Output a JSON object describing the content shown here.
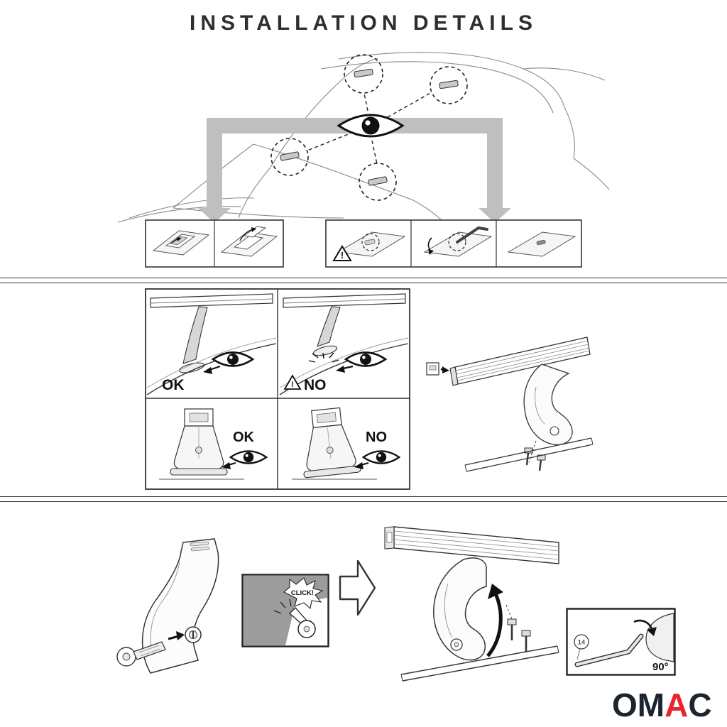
{
  "title": "INSTALLATION DETAILS",
  "labels": {
    "ok": "OK",
    "no": "NO",
    "warning_mark": "!",
    "click": "CLICK!",
    "angle": "90°",
    "key_size": "14"
  },
  "logo": {
    "text": "OMAC",
    "letters": [
      "O",
      "M",
      "A",
      "C"
    ]
  },
  "colors": {
    "accent_red": "#e8262d",
    "ink": "#1b1b1b",
    "routing_gray": "#bfbfbf",
    "panel_dark_gray": "#9c9c9c"
  }
}
